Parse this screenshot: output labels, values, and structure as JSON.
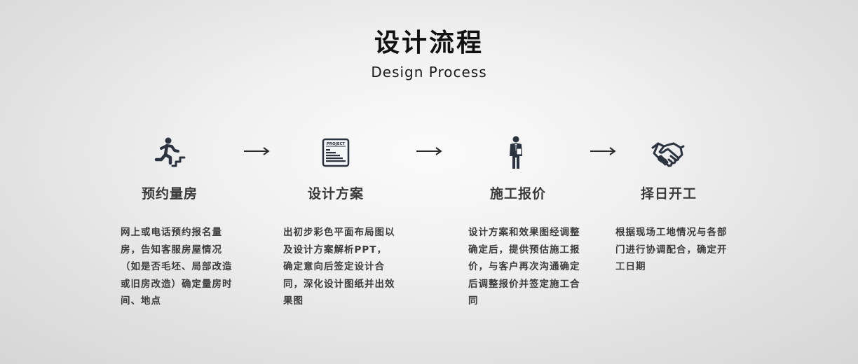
{
  "header": {
    "title": "设计流程",
    "subtitle": "Design Process"
  },
  "steps": [
    {
      "icon": "running-person-stairs-icon",
      "title": "预约量房",
      "description": "网上或电话预约报名量房，告知客服房屋情况（如是否毛坯、局部改造或旧房改造）确定量房时间、地点"
    },
    {
      "icon": "project-document-icon",
      "icon_label": "PROJECT",
      "title": "设计方案",
      "description": "出初步彩色平面布局图以及设计方案解析PPT，确定意向后签定设计合同，深化设计图纸并出效果图"
    },
    {
      "icon": "businessman-icon",
      "title": "施工报价",
      "description": "设计方案和效果图经调整确定后，提供预估施工报价，与客户再次沟通确定后调整报价并签定施工合同"
    },
    {
      "icon": "handshake-icon",
      "title": "择日开工",
      "description": "根据现场工地情况与各部门进行协调配合，确定开工日期"
    }
  ],
  "colors": {
    "icon": "#2b3340",
    "text": "#3c3c3c",
    "title": "#111111"
  }
}
